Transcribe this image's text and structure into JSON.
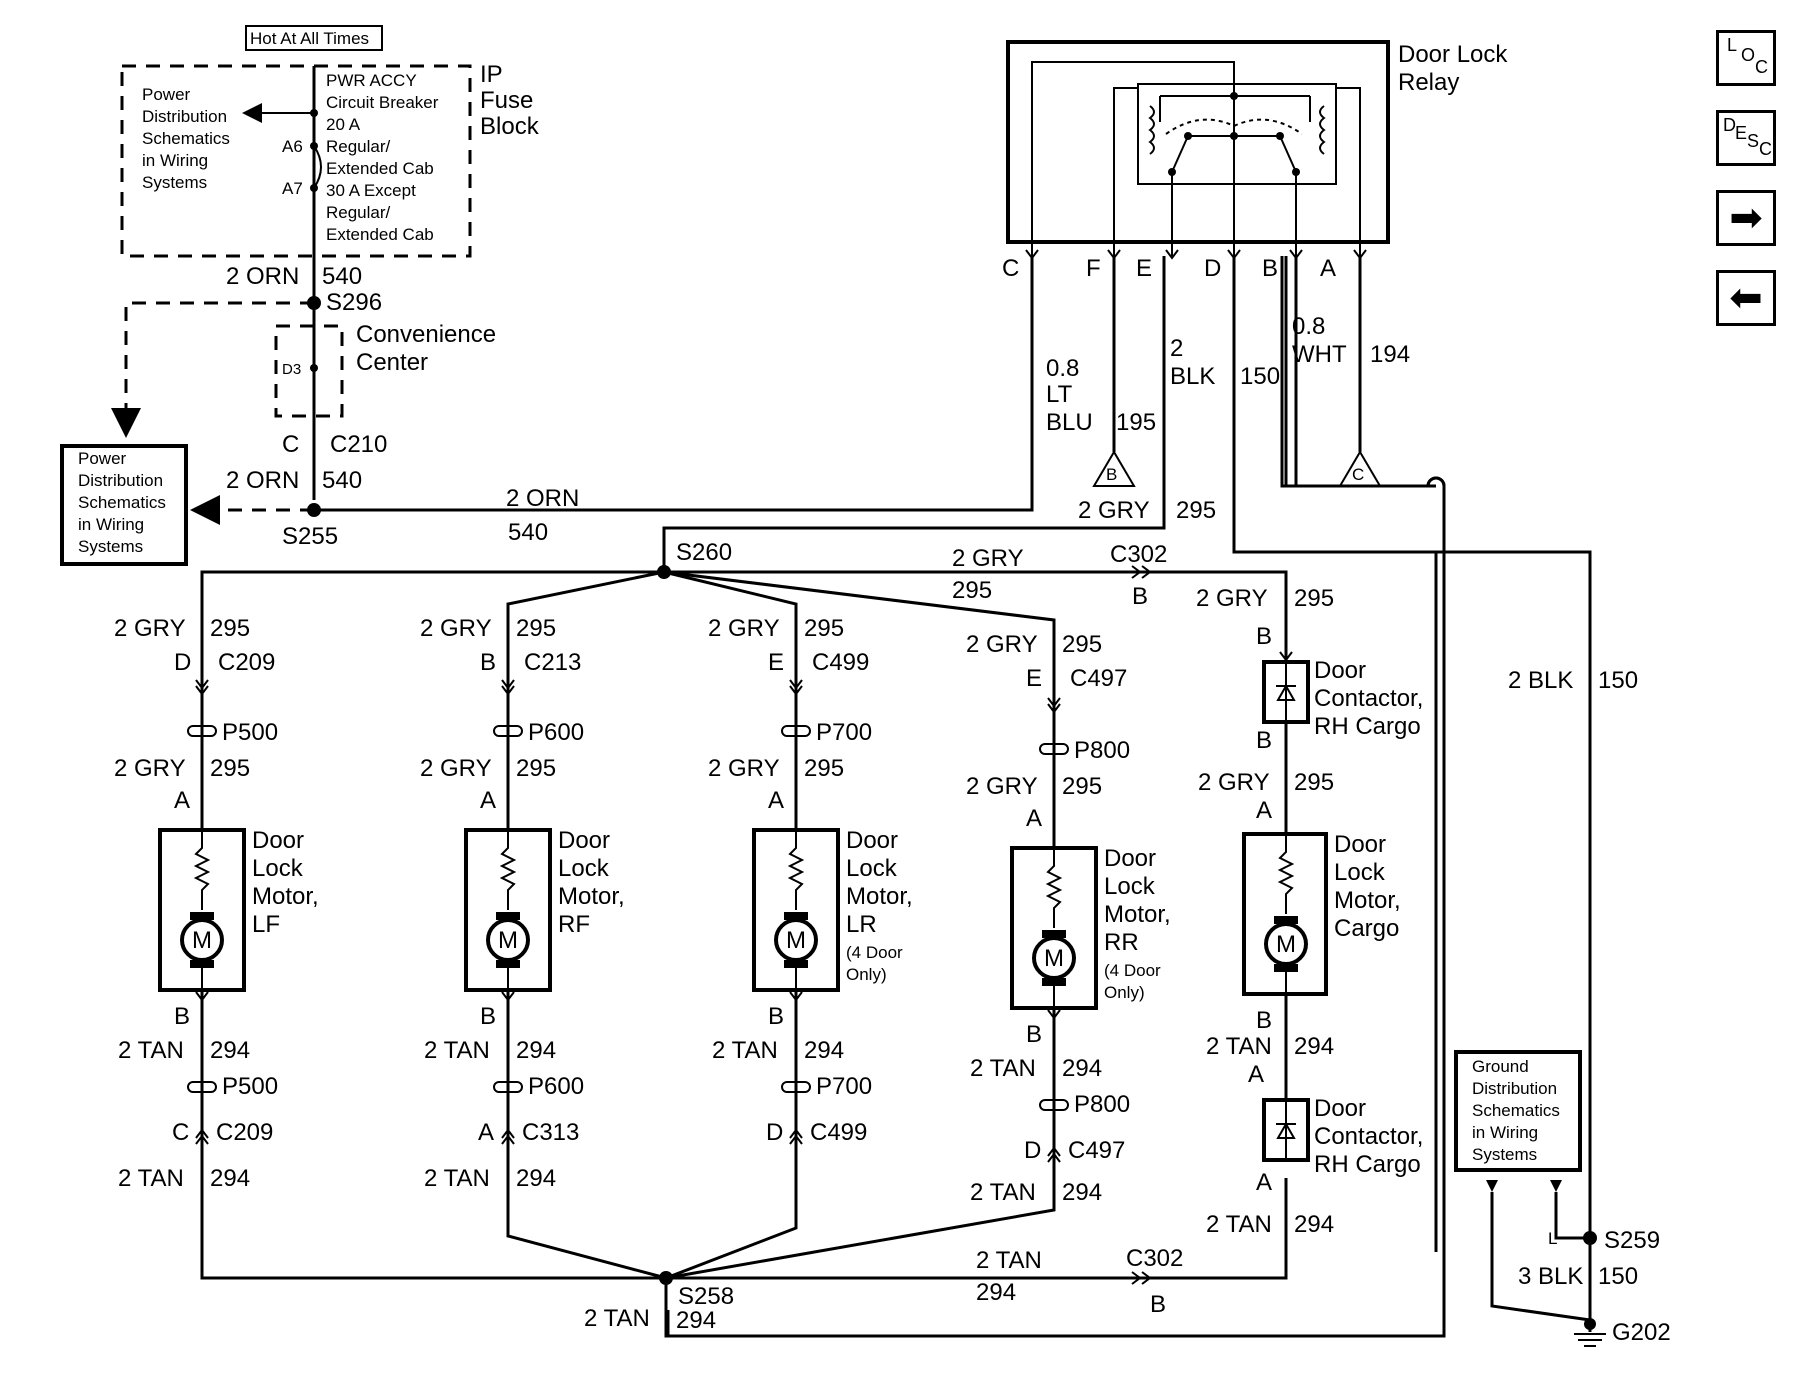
{
  "nav": {
    "loc": {
      "a": "L",
      "b": "O",
      "c": "C"
    },
    "desc": {
      "a": "D",
      "b": "E",
      "c": "S",
      "d": "C"
    },
    "next_icon": "arrow-right-icon",
    "prev_icon": "arrow-left-icon"
  },
  "top": {
    "hot_label": "Hot At All Times",
    "ip_fuse_block": [
      "IP",
      "Fuse",
      "Block"
    ],
    "power_dist_top": [
      "Power",
      "Distribution",
      "Schematics",
      "in Wiring",
      "Systems"
    ],
    "breaker": [
      "PWR ACCY",
      "Circuit Breaker",
      "20 A",
      "Regular/",
      "Extended Cab",
      "30 A Except",
      "Regular/",
      "Extended Cab"
    ],
    "pin_a6": "A6",
    "pin_a7": "A7",
    "wire_orn_1": "2 ORN",
    "circ_540_1": "540",
    "splice_s296": "S296",
    "convenience_center": [
      "Convenience",
      "Center"
    ],
    "pin_d3": "D3",
    "conn_c": "C",
    "conn_c210": "C210",
    "wire_orn_2": "2 ORN",
    "circ_540_2": "540",
    "power_dist_left": [
      "Power",
      "Distribution",
      "Schematics",
      "in Wiring",
      "Systems"
    ],
    "splice_s255": "S255",
    "wire_orn_3": "2 ORN",
    "circ_540_3": "540"
  },
  "relay": {
    "title": [
      "Door Lock",
      "Relay"
    ],
    "pins": [
      "C",
      "F",
      "E",
      "D",
      "B",
      "A"
    ],
    "wire_ltblu": [
      "0.8",
      "LT",
      "BLU"
    ],
    "circ_195": "195",
    "tri_b": "B",
    "wire_blk": [
      "2",
      "BLK"
    ],
    "circ_150": "150",
    "wire_wht": [
      "0.8",
      "WHT"
    ],
    "circ_194": "194",
    "tri_c": "C",
    "wire_gry": "2 GRY",
    "circ_295": "295"
  },
  "bus": {
    "splice_s260": "S260",
    "gry": "2 GRY",
    "gry_circ": "295",
    "c302": "C302",
    "c302_pin": "B",
    "splice_s258": "S258",
    "tan": "2 TAN",
    "tan_circ": "294",
    "tan_left": "2 TAN",
    "tan_left_circ": "294"
  },
  "motors": [
    {
      "top_wire": "2 GRY",
      "top_circ": "295",
      "top_pin": "D",
      "top_conn": "C209",
      "p_conn": "P500",
      "mid_wire": "2 GRY",
      "mid_circ": "295",
      "pin_a": "A",
      "name": [
        "Door",
        "Lock",
        "Motor,",
        "LF"
      ],
      "note": [],
      "pin_b": "B",
      "low_wire": "2 TAN",
      "low_circ": "294",
      "p_conn2": "P500",
      "bot_pin": "C",
      "bot_conn": "C209",
      "bot_wire": "2 TAN",
      "bot_circ": "294",
      "m": "M"
    },
    {
      "top_wire": "2 GRY",
      "top_circ": "295",
      "top_pin": "B",
      "top_conn": "C213",
      "p_conn": "P600",
      "mid_wire": "2 GRY",
      "mid_circ": "295",
      "pin_a": "A",
      "name": [
        "Door",
        "Lock",
        "Motor,",
        "RF"
      ],
      "note": [],
      "pin_b": "B",
      "low_wire": "2 TAN",
      "low_circ": "294",
      "p_conn2": "P600",
      "bot_pin": "A",
      "bot_conn": "C313",
      "bot_wire": "2 TAN",
      "bot_circ": "294",
      "m": "M"
    },
    {
      "top_wire": "2 GRY",
      "top_circ": "295",
      "top_pin": "E",
      "top_conn": "C499",
      "p_conn": "P700",
      "mid_wire": "2 GRY",
      "mid_circ": "295",
      "pin_a": "A",
      "name": [
        "Door",
        "Lock",
        "Motor,",
        "LR"
      ],
      "note": [
        "(4 Door",
        "Only)"
      ],
      "pin_b": "B",
      "low_wire": "2 TAN",
      "low_circ": "294",
      "p_conn2": "P700",
      "bot_pin": "D",
      "bot_conn": "C499",
      "bot_wire": "",
      "bot_circ": "",
      "m": "M"
    },
    {
      "top_wire": "2 GRY",
      "top_circ": "295",
      "top_pin": "E",
      "top_conn": "C497",
      "p_conn": "P800",
      "mid_wire": "2 GRY",
      "mid_circ": "295",
      "pin_a": "A",
      "name": [
        "Door",
        "Lock",
        "Motor,",
        "RR"
      ],
      "note": [
        "(4 Door",
        "Only)"
      ],
      "pin_b": "B",
      "low_wire": "2 TAN",
      "low_circ": "294",
      "p_conn2": "P800",
      "bot_pin": "D",
      "bot_conn": "C497",
      "bot_wire": "2 TAN",
      "bot_circ": "294",
      "m": "M"
    }
  ],
  "cargo": {
    "top_wire": "2 GRY",
    "top_circ": "295",
    "pin_b1": "B",
    "contactor_top": [
      "Door",
      "Contactor,",
      "RH Cargo"
    ],
    "pin_b2": "B",
    "mid_wire": "2 GRY",
    "mid_circ": "295",
    "pin_a": "A",
    "name": [
      "Door",
      "Lock",
      "Motor,",
      "Cargo"
    ],
    "m": "M",
    "pin_b3": "B",
    "low_wire": "2 TAN",
    "low_circ": "294",
    "pin_a2": "A",
    "contactor_bot": [
      "Door",
      "Contactor,",
      "RH Cargo"
    ],
    "pin_a3": "A",
    "bot_wire": "2 TAN",
    "bot_circ": "294"
  },
  "ground": {
    "wire_blk2": "2 BLK",
    "circ_150": "150",
    "ground_dist": [
      "Ground",
      "Distribution",
      "Schematics",
      "in Wiring",
      "Systems"
    ],
    "l": "L",
    "splice_s259": "S259",
    "wire_blk3": "3 BLK",
    "circ_150b": "150",
    "g202": "G202"
  }
}
